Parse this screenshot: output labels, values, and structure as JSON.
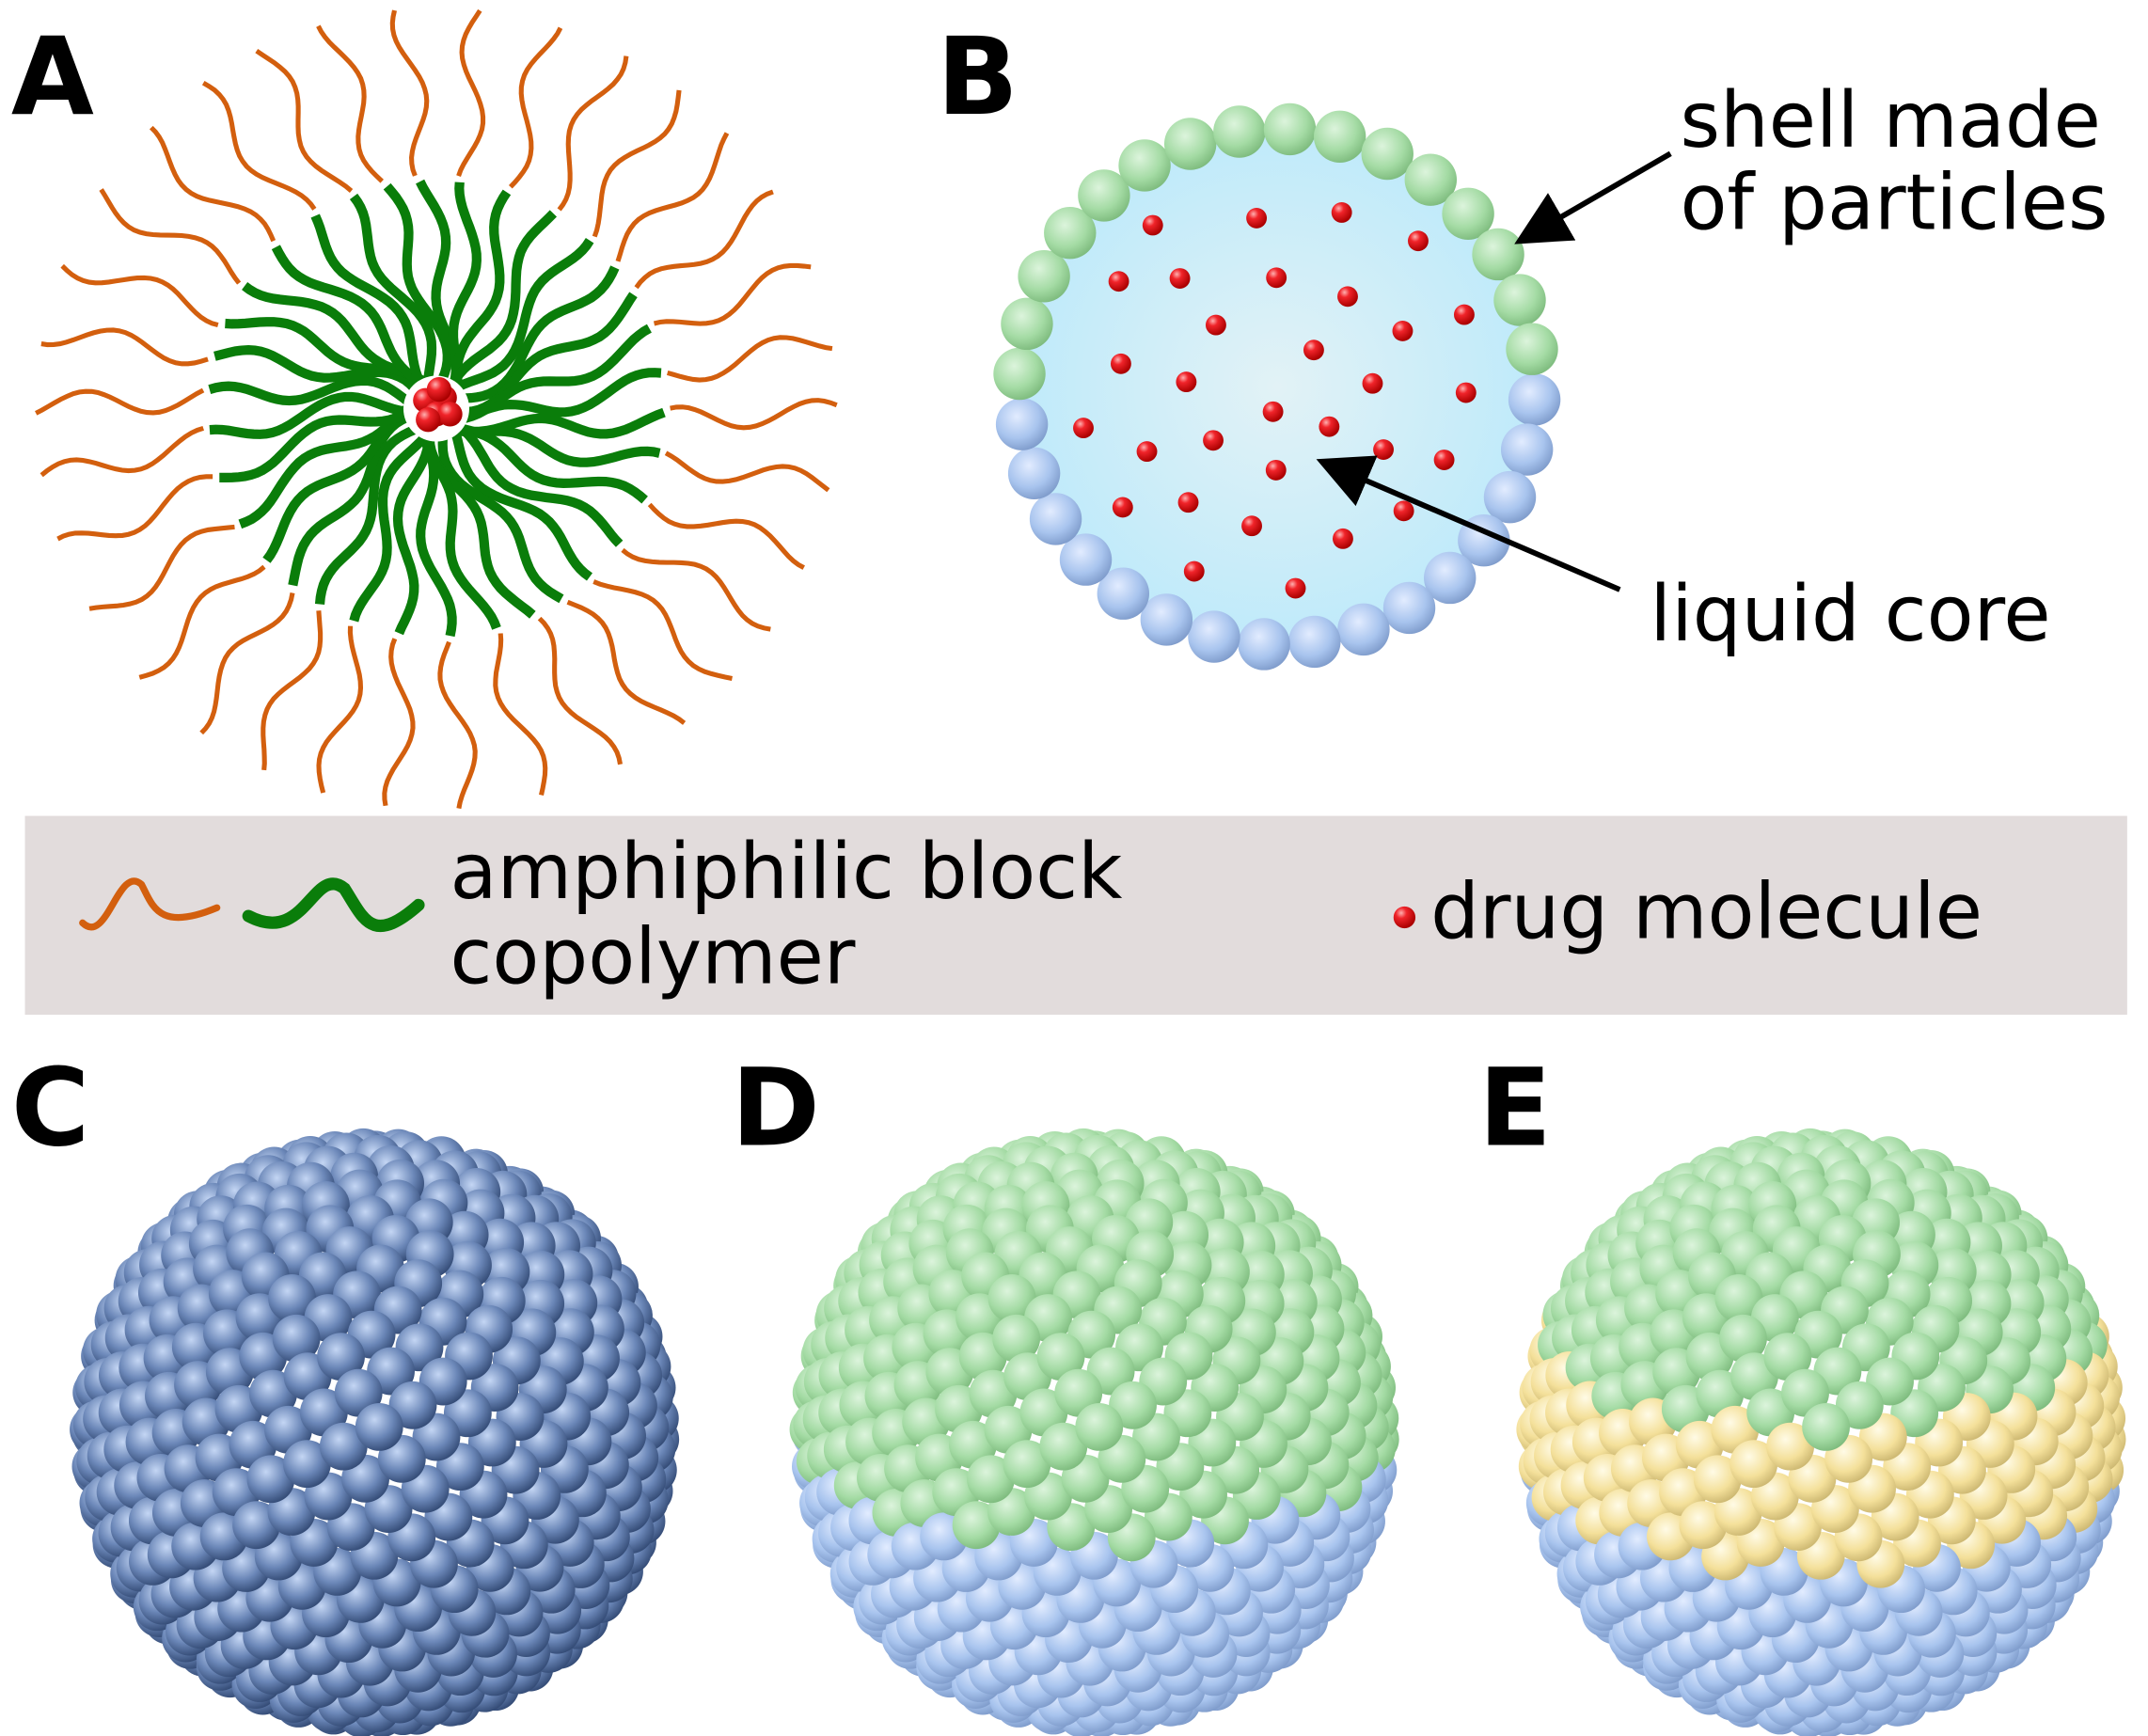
{
  "panels": {
    "a": "A",
    "b": "B",
    "c": "C",
    "d": "D",
    "e": "E"
  },
  "panel_b": {
    "shell_label_line1": "shell made",
    "shell_label_line2": "of particles",
    "core_label": "liquid core"
  },
  "legend": {
    "copolymer_line1": "amphiphilic block",
    "copolymer_line2": "copolymer",
    "drug": "drug molecule"
  },
  "colors": {
    "hydrophobic": "#0a7d0a",
    "hydrophilic": "#d35f0e",
    "drug": "#e8141a",
    "legend_bg": "#e2dcdc",
    "shell_green": "#a4dba4",
    "shell_blue": "#a8c4ee",
    "dark_blue": "#6b87b8",
    "yellow": "#f4e09a",
    "core": "#c9ecf8"
  }
}
